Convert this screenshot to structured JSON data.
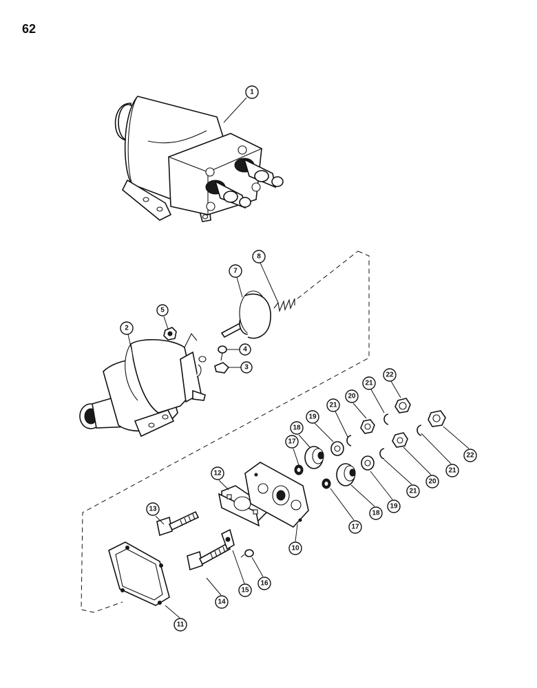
{
  "page": {
    "number": "62"
  },
  "callouts": [
    {
      "id": "1",
      "label": "1"
    },
    {
      "id": "2",
      "label": "2"
    },
    {
      "id": "3",
      "label": "3"
    },
    {
      "id": "4",
      "label": "4"
    },
    {
      "id": "5",
      "label": "5"
    },
    {
      "id": "7",
      "label": "7"
    },
    {
      "id": "8",
      "label": "8"
    },
    {
      "id": "10",
      "label": "10"
    },
    {
      "id": "11",
      "label": "11"
    },
    {
      "id": "12",
      "label": "12"
    },
    {
      "id": "13",
      "label": "13"
    },
    {
      "id": "14",
      "label": "14"
    },
    {
      "id": "15",
      "label": "15"
    },
    {
      "id": "16",
      "label": "16"
    },
    {
      "id": "17a",
      "label": "17"
    },
    {
      "id": "17b",
      "label": "17"
    },
    {
      "id": "18a",
      "label": "18"
    },
    {
      "id": "18b",
      "label": "18"
    },
    {
      "id": "19a",
      "label": "19"
    },
    {
      "id": "19b",
      "label": "19"
    },
    {
      "id": "20a",
      "label": "20"
    },
    {
      "id": "20b",
      "label": "20"
    },
    {
      "id": "21a",
      "label": "21"
    },
    {
      "id": "21b",
      "label": "21"
    },
    {
      "id": "21c",
      "label": "21"
    },
    {
      "id": "21d",
      "label": "21"
    },
    {
      "id": "22a",
      "label": "22"
    },
    {
      "id": "22b",
      "label": "22"
    }
  ]
}
